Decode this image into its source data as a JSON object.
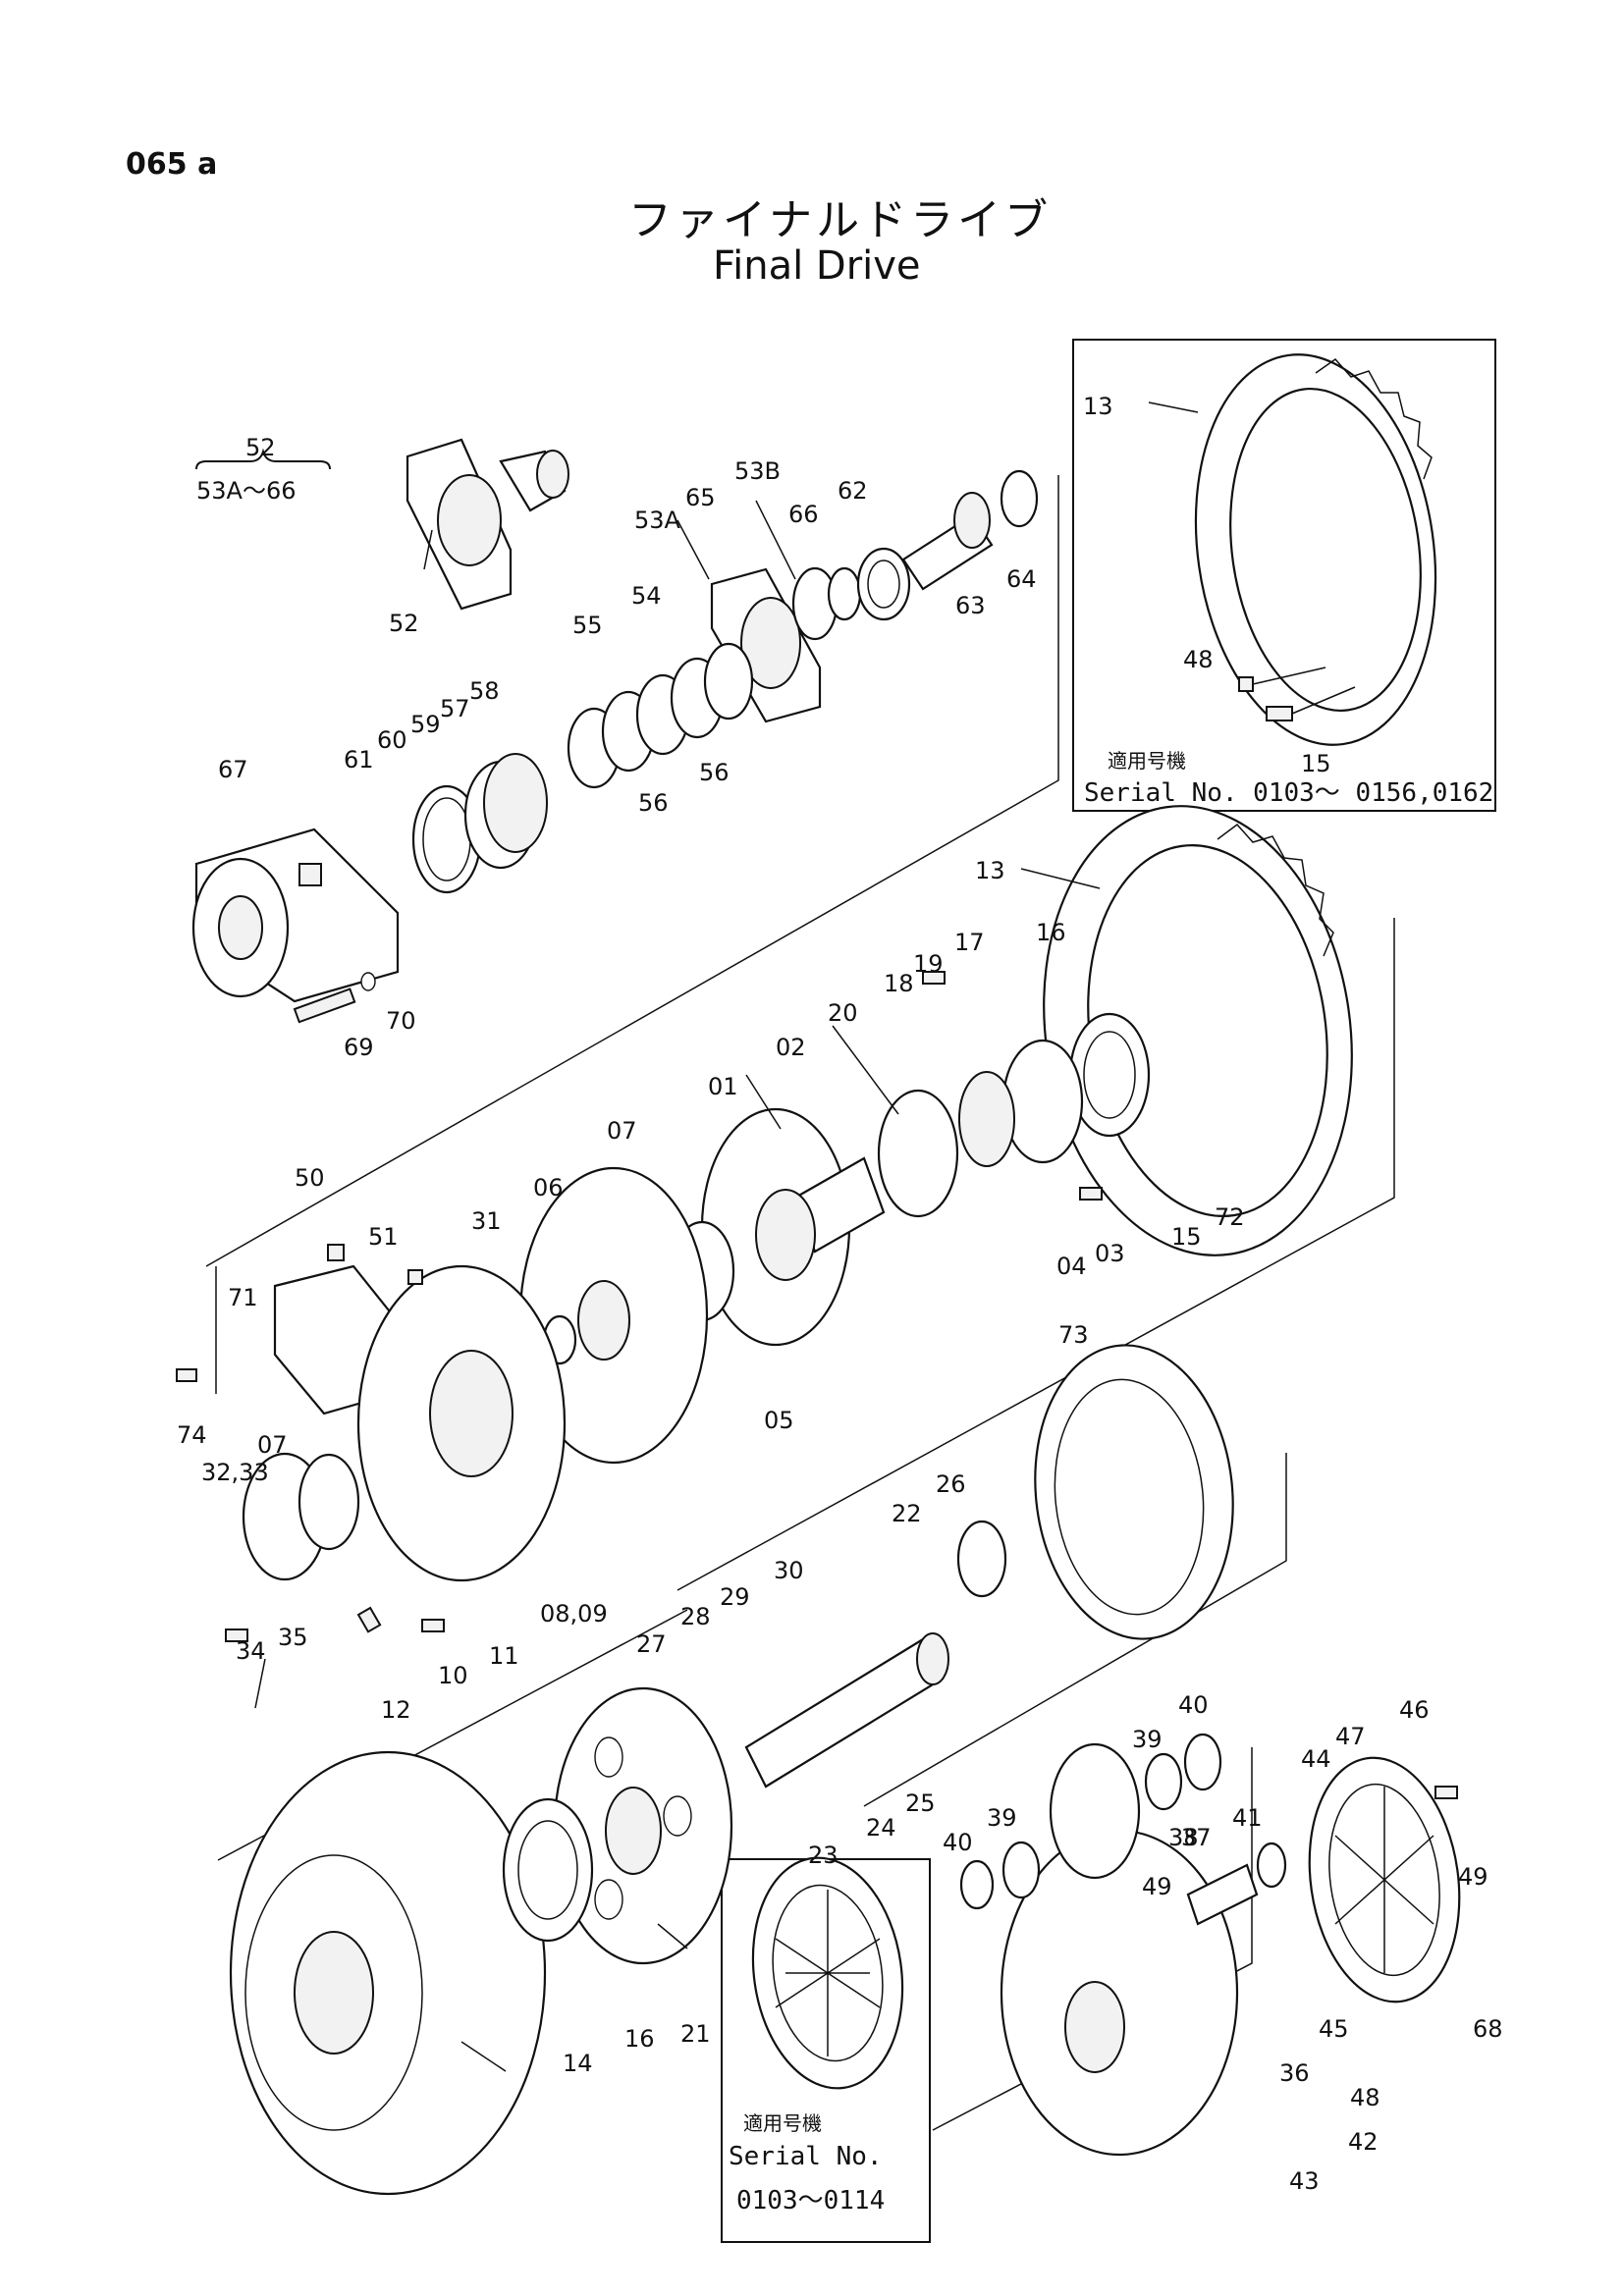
{
  "header": {
    "page_id": "065 a",
    "title_jp": "ファイナルドライブ",
    "title_en": "Final Drive"
  },
  "group_note": {
    "top": "52",
    "bottom": "53A～66"
  },
  "inset_top": {
    "jp_label": "適用号機",
    "serial": "Serial No. 0103～ 0156,0162"
  },
  "inset_bottom": {
    "jp_label": "適用号機",
    "serial_label": "Serial No.",
    "serial_range": "0103～0114"
  },
  "part_labels": [
    "52",
    "53A",
    "53B",
    "65",
    "66",
    "62",
    "64",
    "63",
    "54",
    "55",
    "56",
    "56",
    "58",
    "57",
    "59",
    "60",
    "61",
    "67",
    "70",
    "69",
    "13",
    "48",
    "15",
    "13",
    "16",
    "17",
    "19",
    "18",
    "20",
    "02",
    "01",
    "07",
    "06",
    "31",
    "50",
    "51",
    "71",
    "74",
    "04",
    "03",
    "15",
    "72",
    "73",
    "05",
    "07",
    "32,33",
    "34",
    "35",
    "12",
    "10",
    "11",
    "08,09",
    "26",
    "22",
    "30",
    "29",
    "28",
    "27",
    "23",
    "24",
    "25",
    "40",
    "39",
    "38",
    "39",
    "40",
    "37",
    "41",
    "49",
    "44",
    "47",
    "46",
    "49",
    "45",
    "68",
    "36",
    "48",
    "42",
    "43",
    "21",
    "16",
    "14"
  ]
}
